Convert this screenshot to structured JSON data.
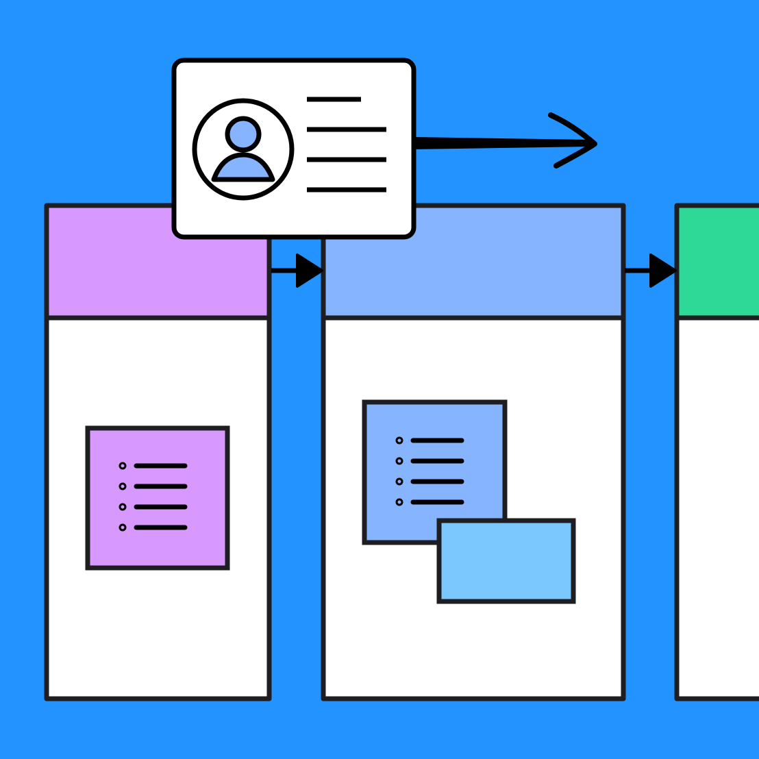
{
  "canvas": {
    "background": "#2394FF",
    "stroke": "#1E1E22"
  },
  "columns": [
    {
      "id": "column-1",
      "header_color": "#D899FF",
      "body_color": "#FFFFFF"
    },
    {
      "id": "column-2",
      "header_color": "#86B4FF",
      "body_color": "#FFFFFF"
    },
    {
      "id": "column-3",
      "header_color": "#2ED897",
      "body_color": "#FFFFFF"
    }
  ],
  "connectors": [
    {
      "from": "column-1",
      "to": "column-2",
      "icon": "arrow-right-icon"
    },
    {
      "from": "column-2",
      "to": "column-3",
      "icon": "arrow-right-icon"
    }
  ],
  "profile_card": {
    "icon": "user-avatar-icon",
    "avatar_fill": "#86B4FF",
    "text_line_count": 4,
    "flow_arrow_icon": "hand-drawn-arrow-right-icon"
  },
  "notes": [
    {
      "id": "note-purple",
      "column": "column-1",
      "color": "#D899FF",
      "icon": "bulleted-list-icon",
      "items": 4
    },
    {
      "id": "note-blue",
      "column": "column-2",
      "color": "#86B4FF",
      "icon": "bulleted-list-icon",
      "items": 4
    },
    {
      "id": "card-light-blue",
      "column": "column-2",
      "color": "#7BC8FF"
    }
  ]
}
